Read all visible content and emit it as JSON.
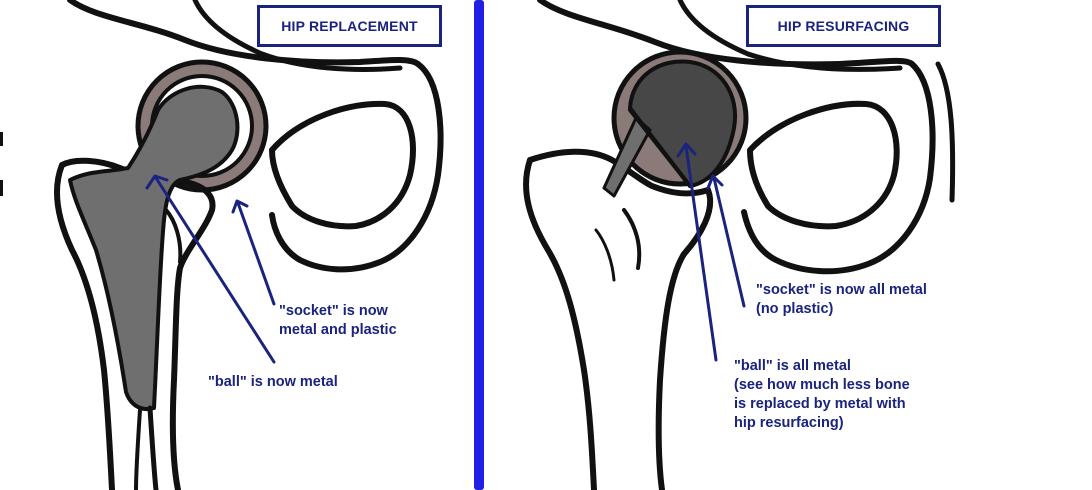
{
  "panels": {
    "left": {
      "title": "HIP REPLACEMENT",
      "socket_label": [
        "\"socket\" is now",
        "metal and plastic"
      ],
      "ball_label": [
        "\"ball\" is now metal"
      ]
    },
    "right": {
      "title": "HIP RESURFACING",
      "socket_label": [
        "\"socket\" is now all metal",
        "(no plastic)"
      ],
      "ball_label": [
        "\"ball\" is all metal",
        "(see how much less bone",
        "is replaced by metal with",
        "hip resurfacing)"
      ]
    }
  },
  "colors": {
    "annotation": "#1a237e",
    "divider": "#1f1fe6",
    "bone_outline": "#111111",
    "implant_left": "#6f6f6f",
    "implant_right": "#474747",
    "cartilage": "#8a7a78"
  }
}
